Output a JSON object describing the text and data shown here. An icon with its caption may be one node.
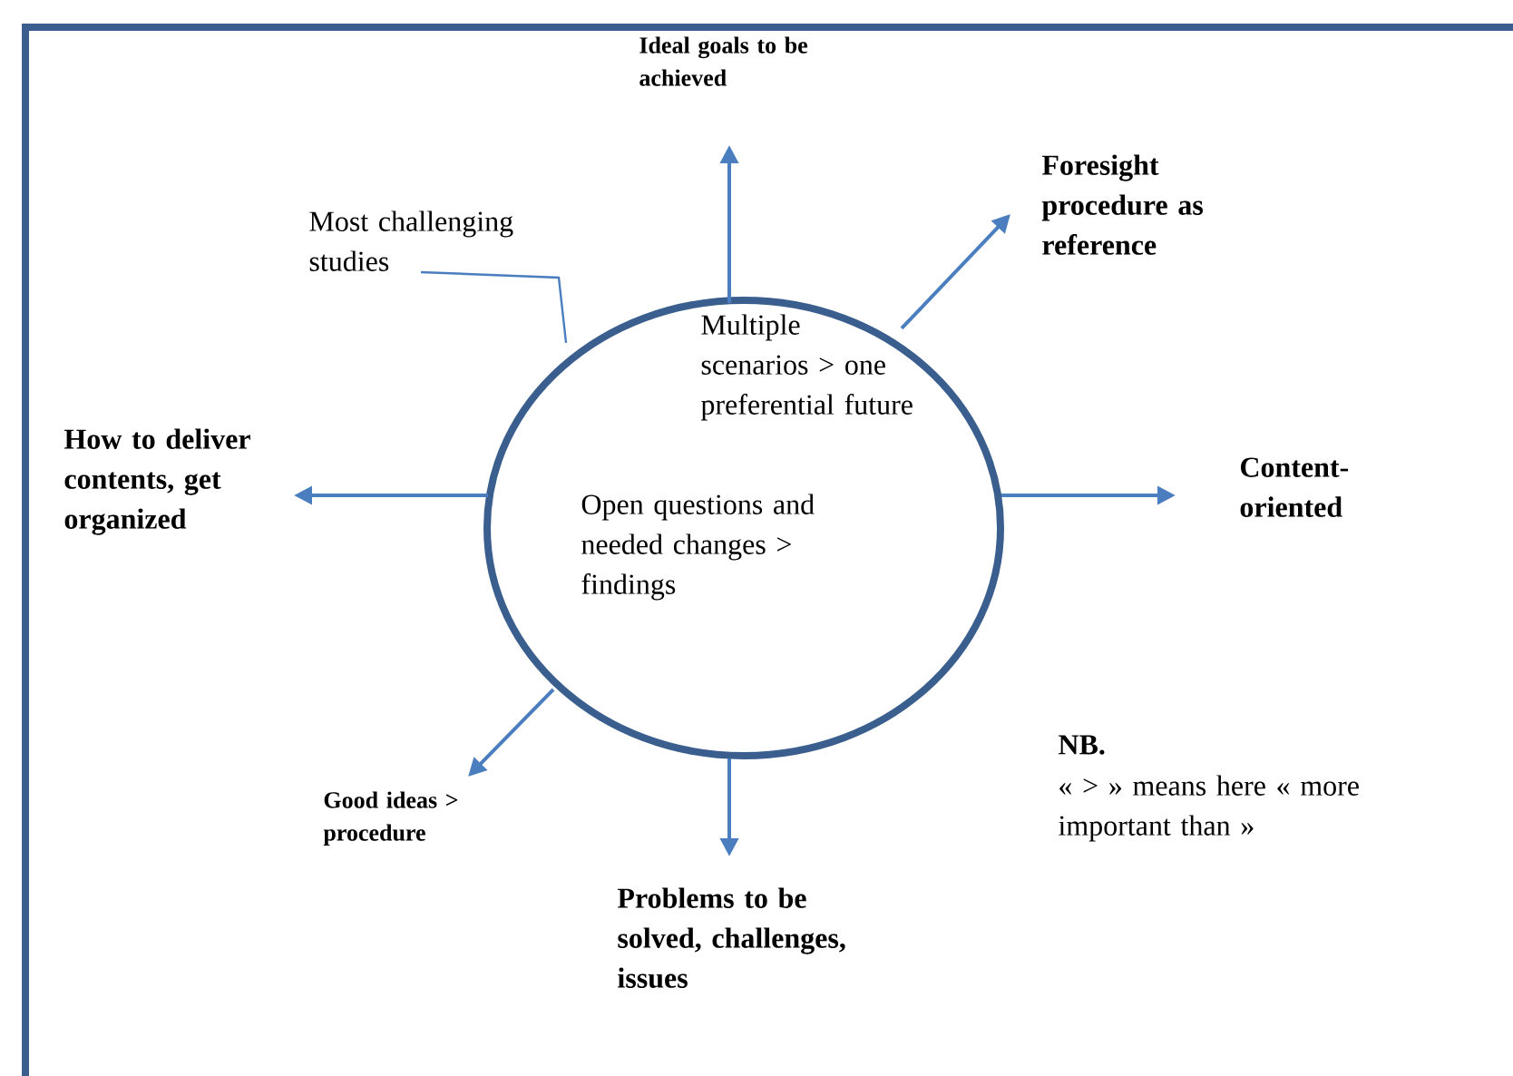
{
  "diagram": {
    "nodes": [
      {
        "text": [
          "Multiple scenarios > one preferential future",
          "Open questions and needed changes > findings"
        ]
      },
      {
        "text": [
          "Ideal goals to be achieved"
        ]
      },
      {
        "text": [
          "Foresight procedure as reference"
        ]
      },
      {
        "text": [
          "Most challenging studies"
        ]
      },
      {
        "text": [
          "How to deliver contents, get organized"
        ]
      },
      {
        "text": [
          "Content-oriented"
        ]
      },
      {
        "text": [
          "Good ideas > procedure"
        ]
      },
      {
        "text": [
          "Problems to be solved, challenges, issues"
        ]
      }
    ],
    "edges": [
      {
        "from": 0,
        "to": 1,
        "arrow": "to"
      },
      {
        "from": 0,
        "to": 2,
        "arrow": "to"
      },
      {
        "from": 3,
        "to": 0,
        "arrow": "none"
      },
      {
        "from": 0,
        "to": 4,
        "arrow": "to"
      },
      {
        "from": 0,
        "to": 5,
        "arrow": "to"
      },
      {
        "from": 0,
        "to": 6,
        "arrow": "to"
      },
      {
        "from": 0,
        "to": 7,
        "arrow": "to"
      }
    ],
    "labels": [
      "NB.",
      "« > »  means here « more important than »"
    ]
  }
}
